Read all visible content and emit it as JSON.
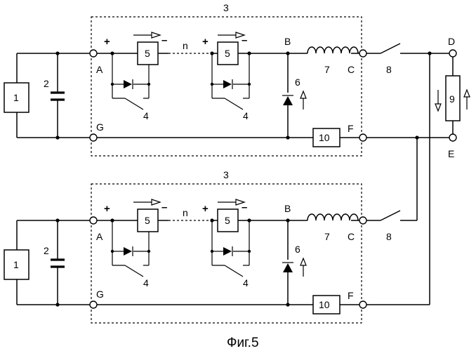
{
  "figure_caption": "Фиг.5",
  "modules": [
    {
      "module_label": "3",
      "source_label": "1",
      "capacitor_label": "2",
      "cell_label_left": "5",
      "cell_label_right": "5",
      "series_count_label": "n",
      "switch_label_left": "4",
      "switch_label_right": "4",
      "diode_label": "6",
      "inductor_label": "7",
      "breaker_label": "8",
      "sensor_label": "10",
      "plus": "+",
      "minus": "–",
      "node_a": "A",
      "node_b": "B",
      "node_c": "C",
      "node_f": "F",
      "node_g": "G"
    },
    {
      "module_label": "3",
      "source_label": "1",
      "capacitor_label": "2",
      "cell_label_left": "5",
      "cell_label_right": "5",
      "series_count_label": "n",
      "switch_label_left": "4",
      "switch_label_right": "4",
      "diode_label": "6",
      "inductor_label": "7",
      "breaker_label": "8",
      "sensor_label": "10",
      "plus": "+",
      "minus": "–",
      "node_a": "A",
      "node_b": "B",
      "node_c": "C",
      "node_f": "F",
      "node_g": "G"
    }
  ],
  "load": {
    "load_label": "9",
    "node_d": "D",
    "node_e": "E"
  }
}
